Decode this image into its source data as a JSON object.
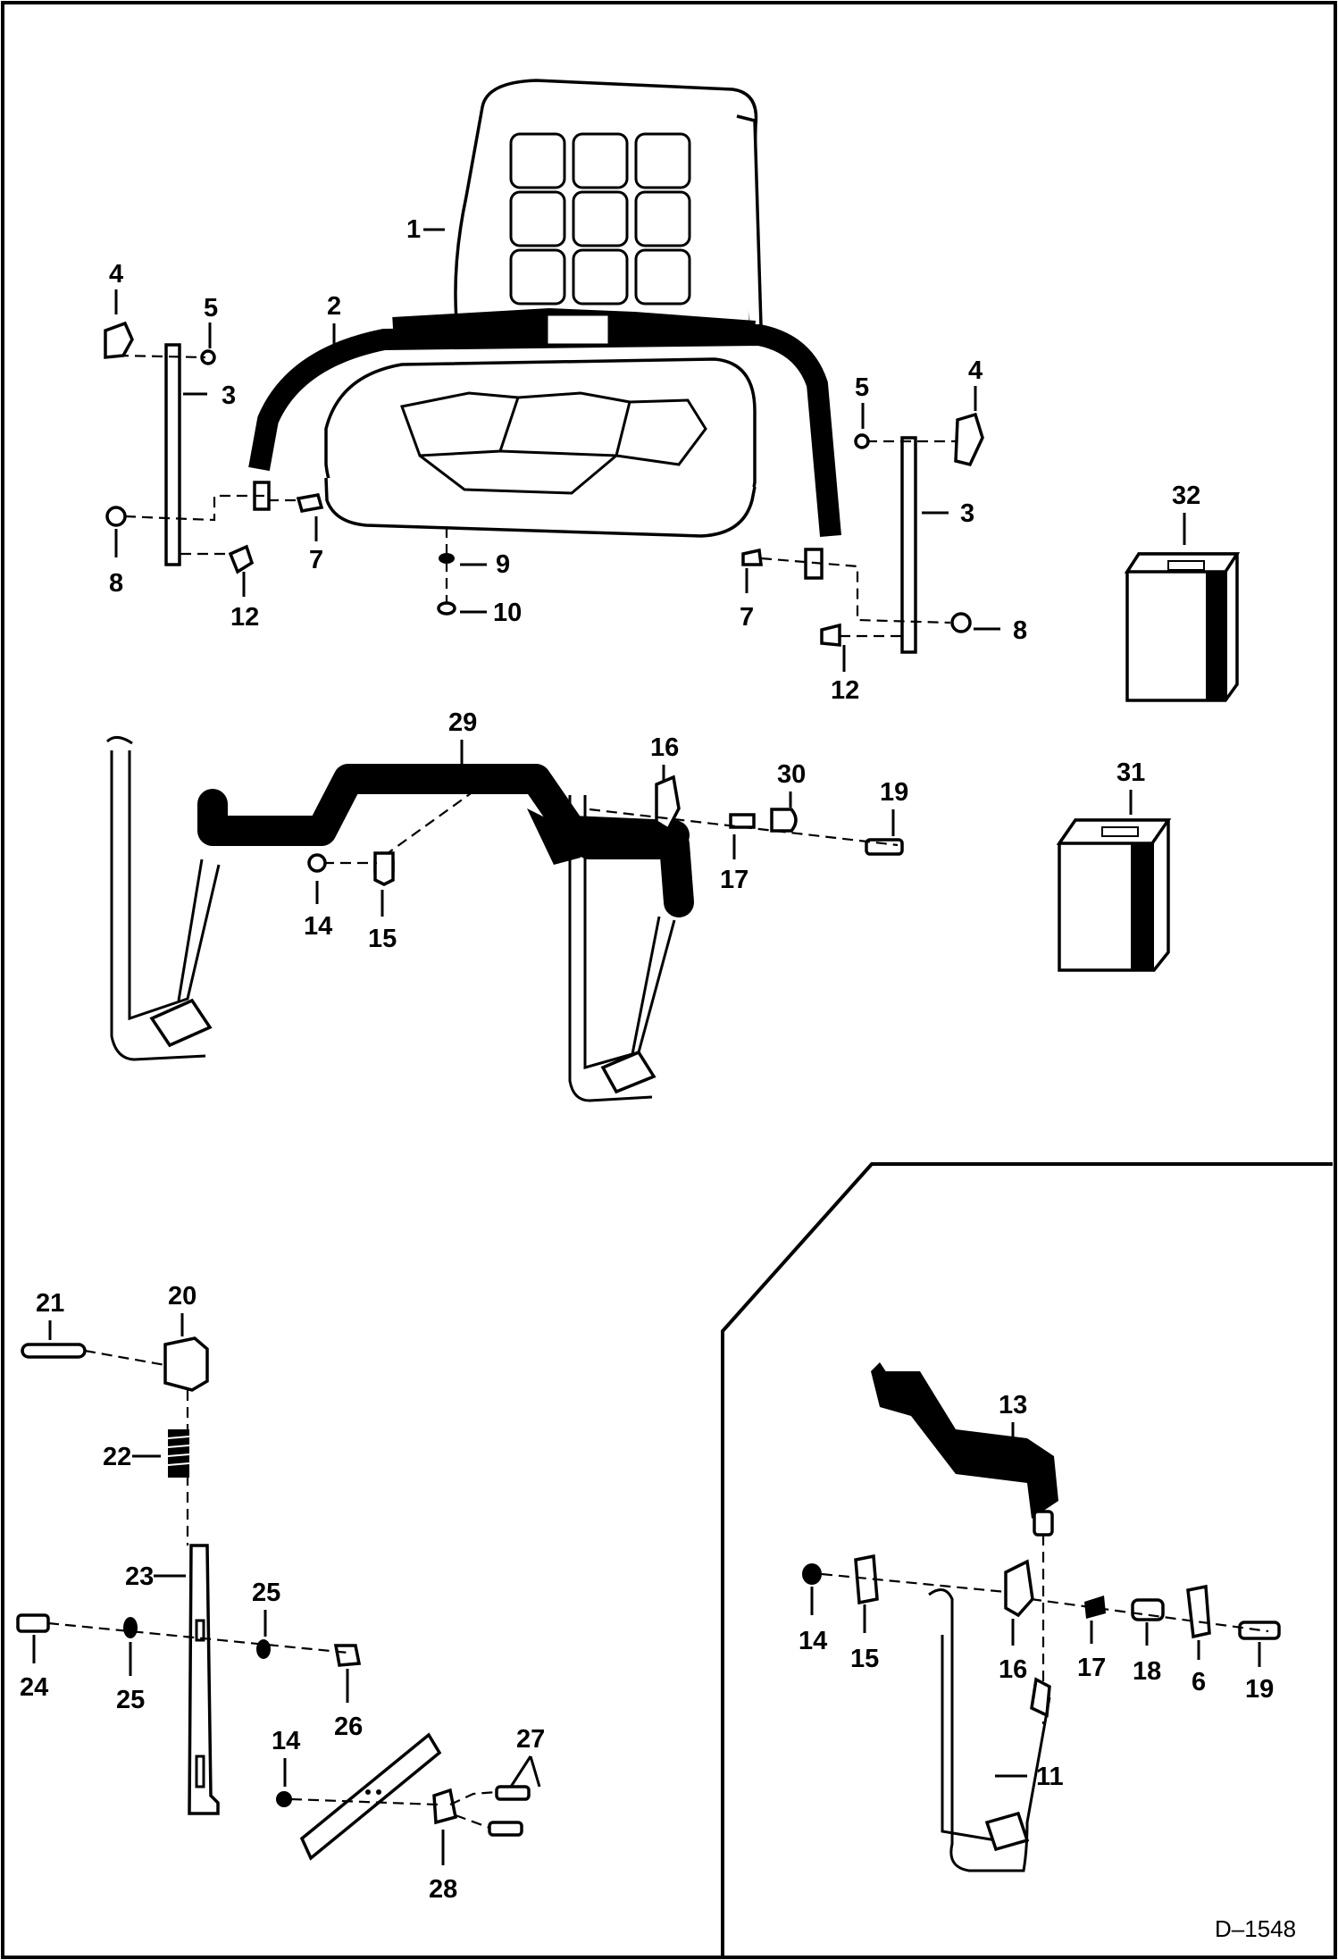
{
  "drawing_number": "D–1548",
  "callouts": {
    "main": [
      "1",
      "2",
      "3",
      "4",
      "5",
      "7",
      "8",
      "12",
      "9",
      "10",
      "5",
      "4",
      "3",
      "7",
      "8",
      "12",
      "32",
      "31",
      "29",
      "16",
      "30",
      "19",
      "17",
      "14",
      "15"
    ],
    "bottom_left": [
      "21",
      "20",
      "22",
      "23",
      "25",
      "24",
      "25",
      "26",
      "14",
      "27",
      "28"
    ],
    "inset": [
      "13",
      "14",
      "15",
      "16",
      "17",
      "18",
      "6",
      "19",
      "11"
    ]
  }
}
